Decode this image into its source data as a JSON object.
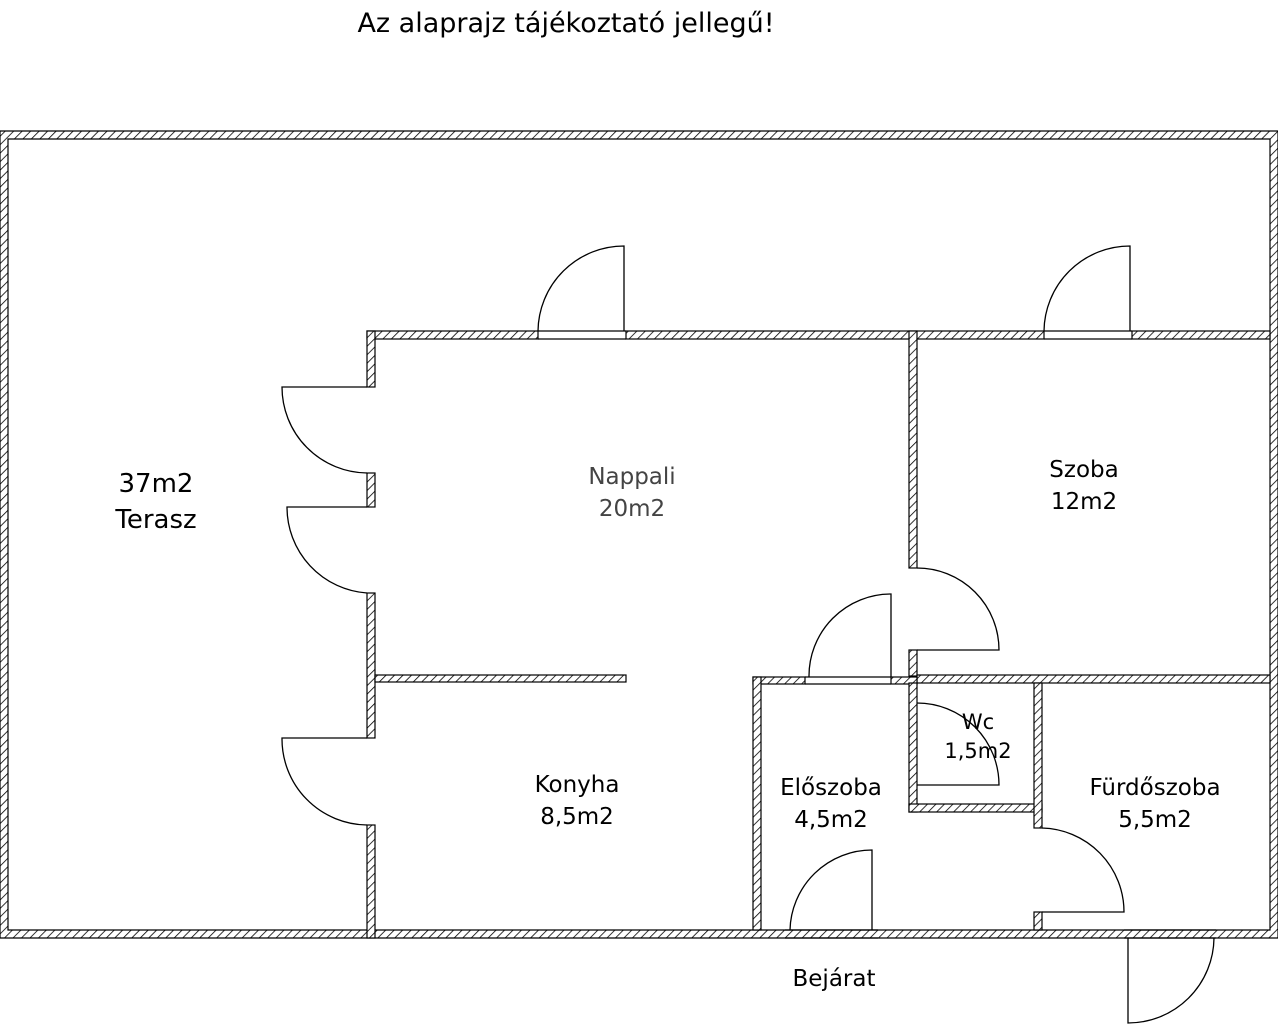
{
  "disclaimer": "Az alaprajz tájékoztató jellegű!",
  "rooms": {
    "terasz": {
      "name": "Terasz",
      "area": "37m2"
    },
    "nappali": {
      "name": "Nappali",
      "area": "20m2"
    },
    "szoba": {
      "name": "Szoba",
      "area": "12m2"
    },
    "konyha": {
      "name": "Konyha",
      "area": "8,5m2"
    },
    "eloszoba": {
      "name": "Előszoba",
      "area": "4,5m2"
    },
    "wc": {
      "name": "Wc",
      "area": "1,5m2"
    },
    "furdoszoba": {
      "name": "Fürdőszoba",
      "area": "5,5m2"
    }
  },
  "entrance": "Bejárat"
}
